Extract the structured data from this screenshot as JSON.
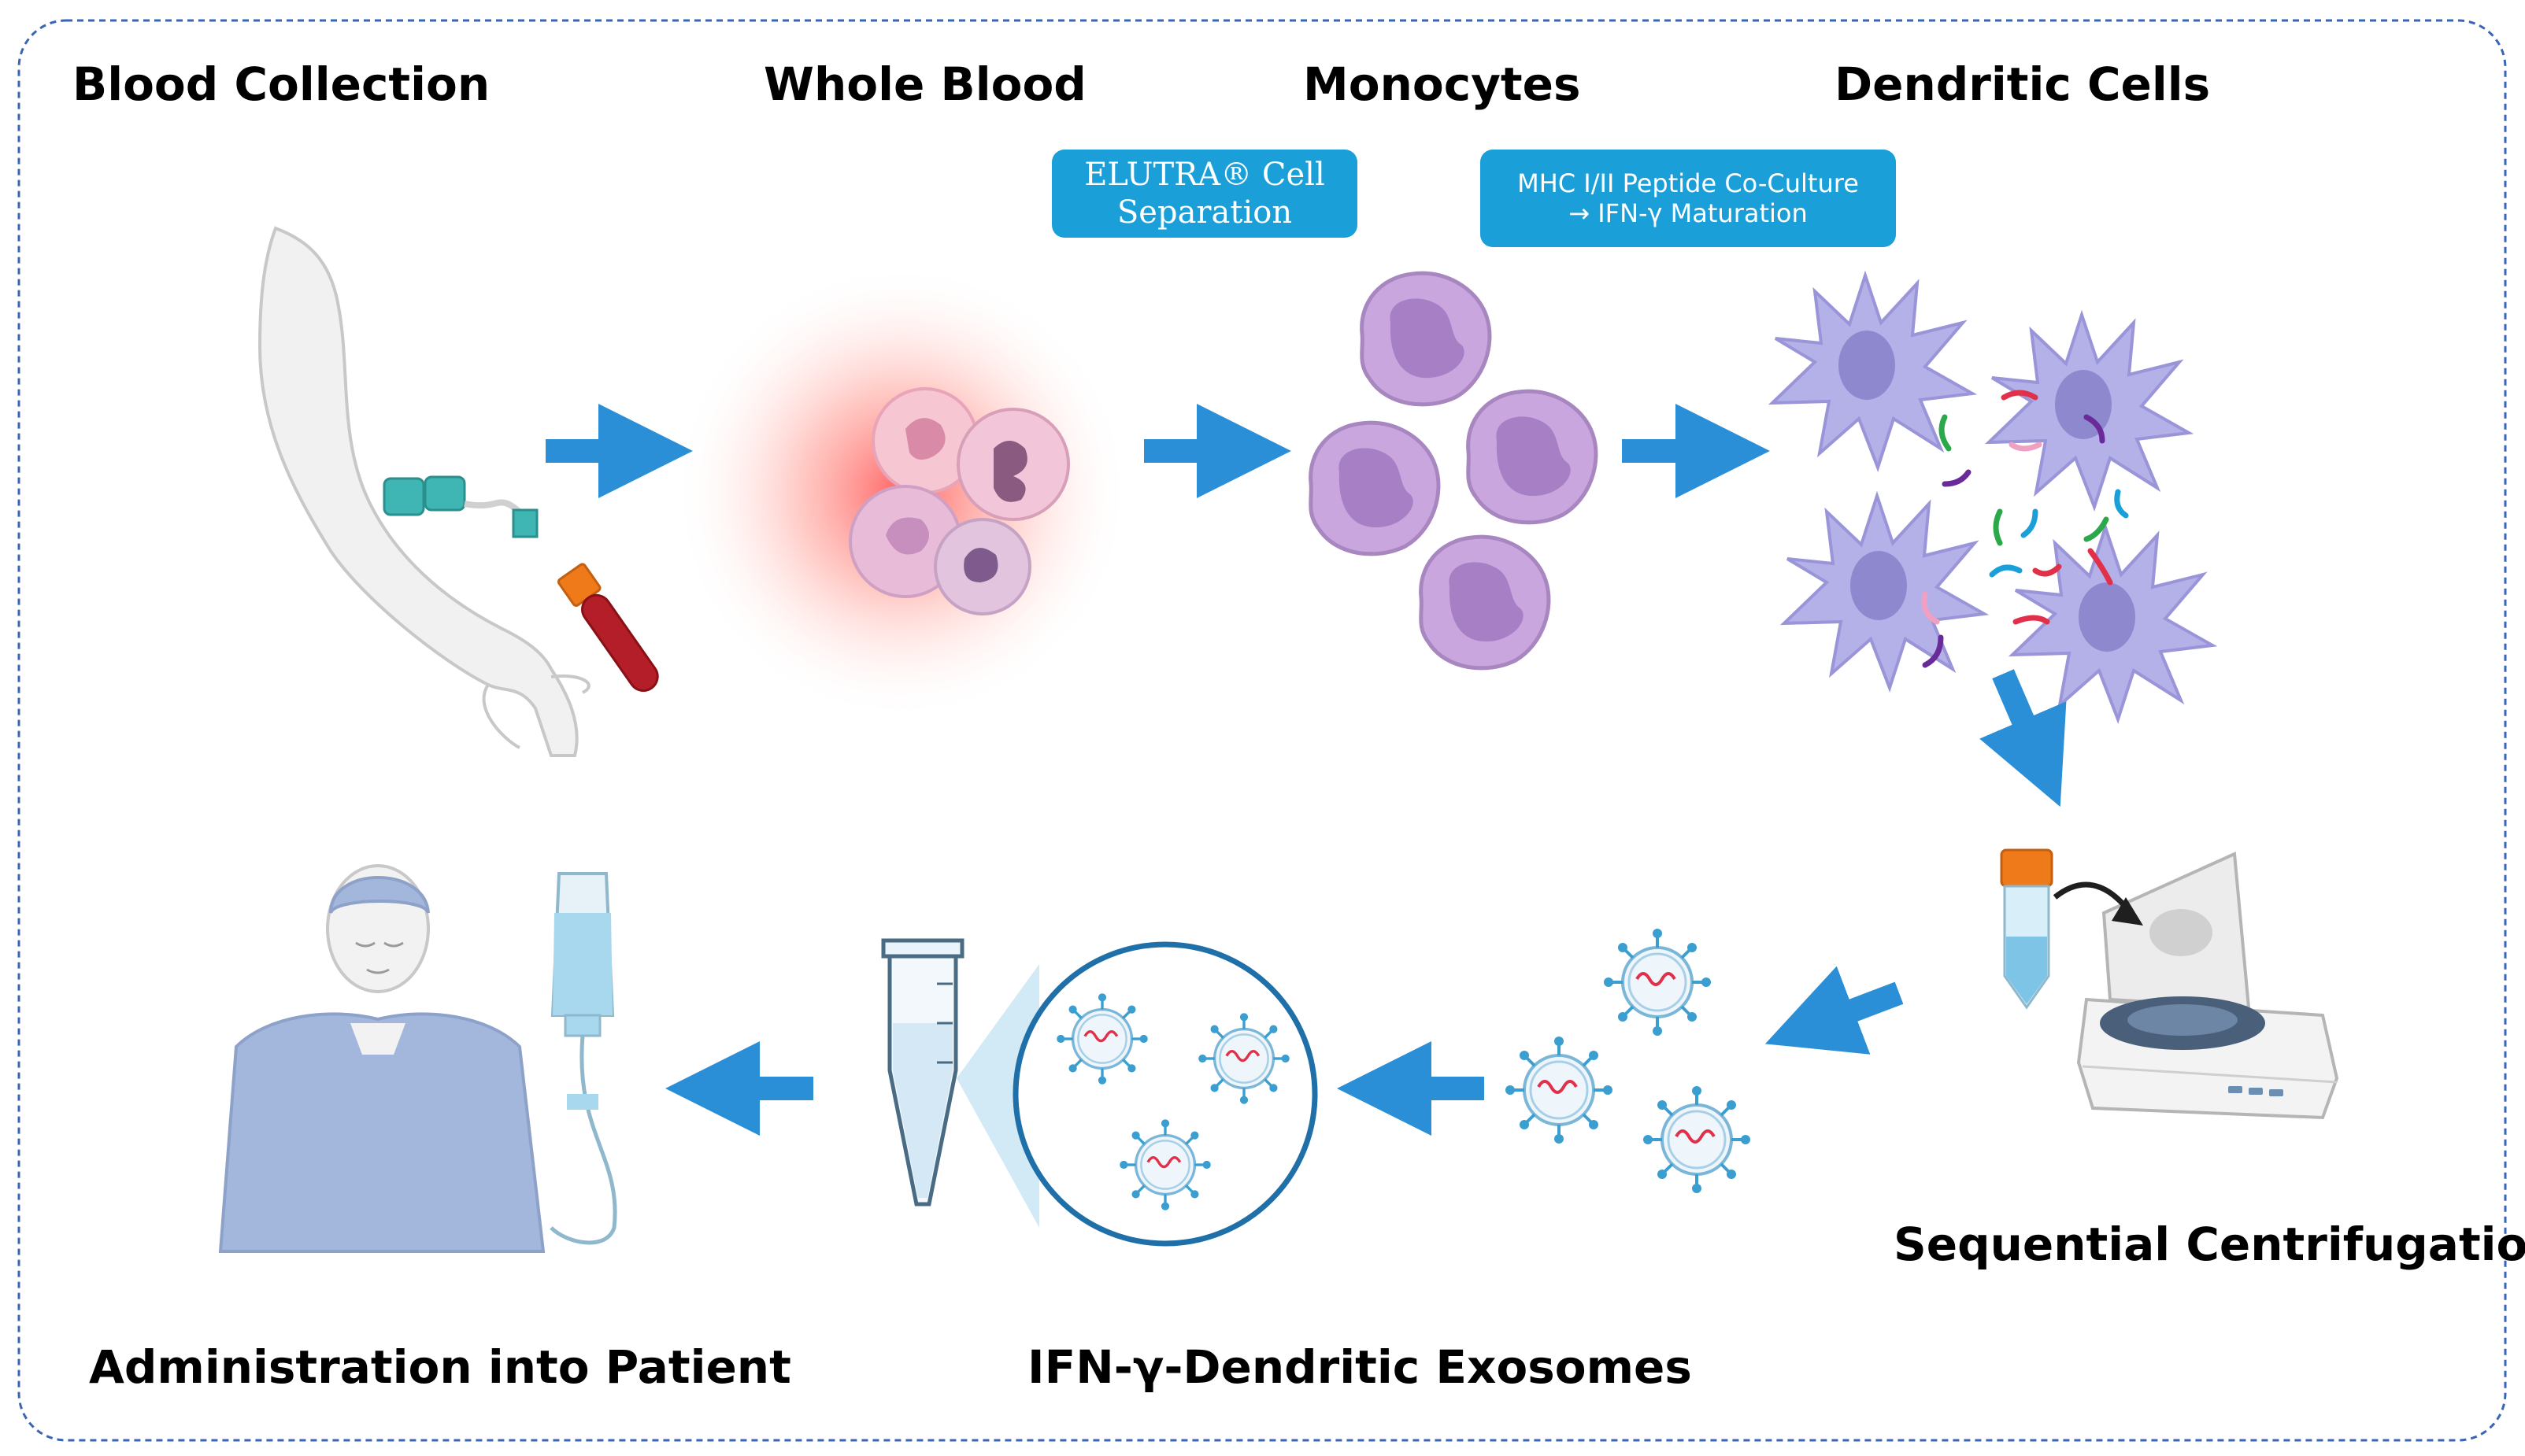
{
  "steps": {
    "blood_collection": "Blood Collection",
    "whole_blood": "Whole Blood",
    "monocytes": "Monocytes",
    "dendritic_cells": "Dendritic Cells",
    "sequential_centrifugation": "Sequential Centrifugation",
    "exosomes": "IFN-γ-Dendritic Exosomes",
    "administration": "Administration into Patient"
  },
  "callouts": {
    "elutra_line1": "ELUTRA® Cell",
    "elutra_line2": "Separation",
    "mhc_line1": "MHC I/II Peptide Co-Culture",
    "mhc_line2": "→ IFN-γ Maturation"
  },
  "colors": {
    "accent_blue": "#1a9fd8",
    "arrow_blue": "#2a8fd6",
    "cell_purple": "#c9a6dd",
    "dendritic_purple": "#b4b0e8",
    "blood_red": "#b41e28",
    "border_blue": "#3a64b4"
  },
  "icons": [
    "arm-blood-draw-icon",
    "blood-cells-icon",
    "monocytes-icon",
    "dendritic-cells-icon",
    "falcon-tube-icon",
    "centrifuge-icon",
    "exosome-icon",
    "microtube-icon",
    "patient-icon",
    "iv-bag-icon",
    "arrow-icon"
  ]
}
